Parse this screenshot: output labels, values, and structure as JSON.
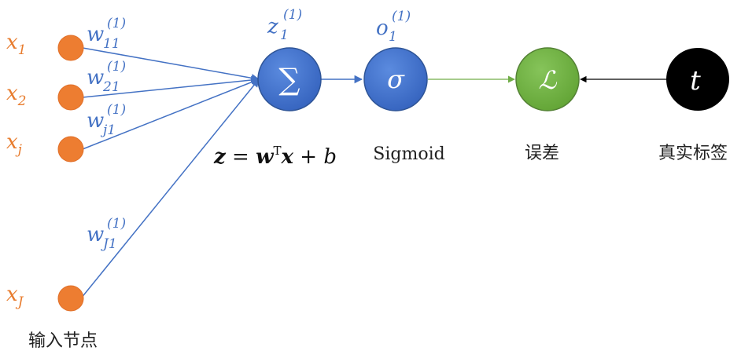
{
  "colors": {
    "input_node": "#ED7D31",
    "input_label": "#E87C2E",
    "weight_label": "#4472C4",
    "edge": "#4472C4",
    "sum_node": "#3C6AC8",
    "sigmoid_node": "#3C6AC8",
    "loss_node": "#70B040",
    "loss_edge": "#70AD47",
    "target_node": "#000000",
    "target_edge": "#000000"
  },
  "inputs": [
    {
      "id": "x1",
      "base": "x",
      "sub": "1"
    },
    {
      "id": "x2",
      "base": "x",
      "sub": "2"
    },
    {
      "id": "xj",
      "base": "x",
      "sub": "j"
    },
    {
      "id": "xJ",
      "base": "x",
      "sub": "J"
    }
  ],
  "input_caption": "输入节点",
  "weights": [
    {
      "id": "w11",
      "base": "w",
      "sub": "11",
      "sup": "(1)"
    },
    {
      "id": "w21",
      "base": "w",
      "sub": "21",
      "sup": "(1)"
    },
    {
      "id": "wj1",
      "base": "w",
      "sub": "j1",
      "sup": "(1)"
    },
    {
      "id": "wJ1",
      "base": "w",
      "sub": "J1",
      "sup": "(1)"
    }
  ],
  "sum_node": {
    "symbol": "∑",
    "label": {
      "base": "z",
      "sub": "1",
      "sup": "(1)"
    },
    "formula": {
      "z": "z",
      "eq": " = ",
      "w": "w",
      "T": "T",
      "x": "x",
      "plus": " + ",
      "b": "b"
    }
  },
  "sigmoid_node": {
    "symbol": "σ",
    "label": {
      "base": "o",
      "sub": "1",
      "sup": "(1)"
    },
    "caption": "Sigmoid"
  },
  "loss_node": {
    "symbol": "ℒ",
    "caption": "误差"
  },
  "target_node": {
    "symbol": "t",
    "caption": "真实标签"
  }
}
